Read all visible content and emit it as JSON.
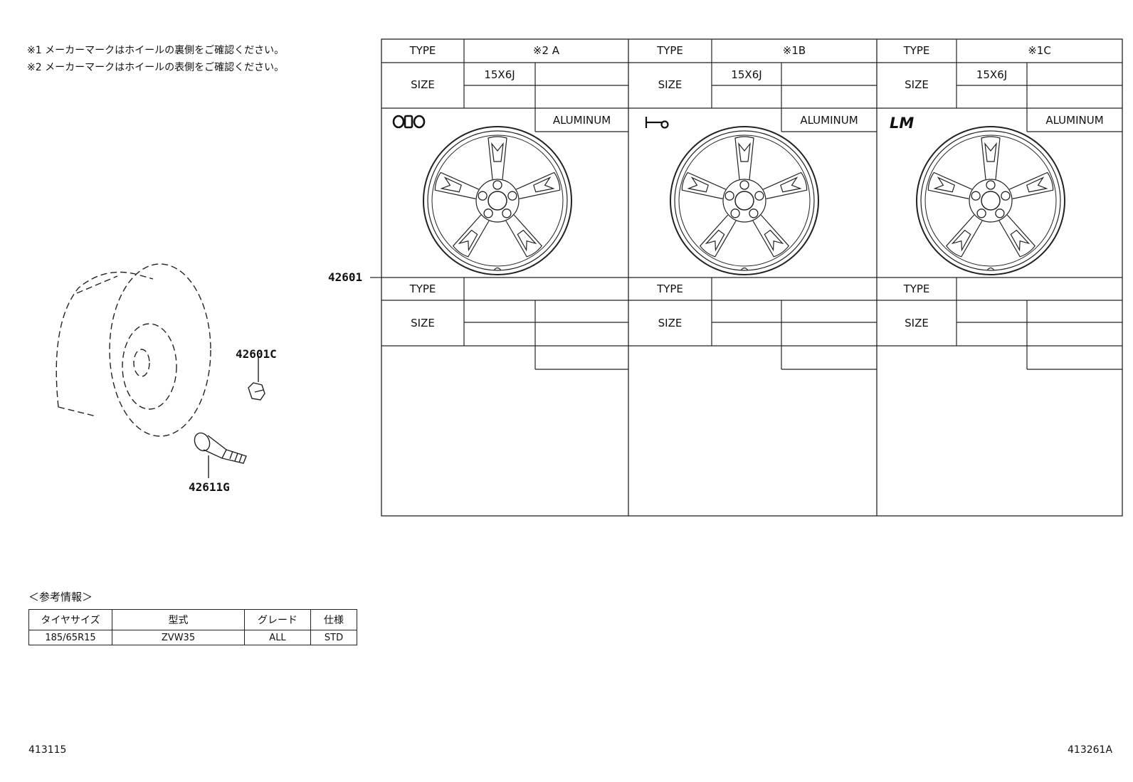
{
  "notes": [
    "※1 メーカーマークはホイールの裏側をご確認ください。",
    "※2 メーカーマークはホイールの表側をご確認ください。"
  ],
  "parts": {
    "wheel": "42601",
    "nut": "42601C",
    "valve": "42611G"
  },
  "panels": [
    {
      "type_label": "TYPE",
      "type_value": "※2 A",
      "size_label": "SIZE",
      "size_value": "15X6J",
      "material": "ALUMINUM",
      "maker_logo": "OBO-logo",
      "lower_type_label": "TYPE",
      "lower_size_label": "SIZE"
    },
    {
      "type_label": "TYPE",
      "type_value": "※1B",
      "size_label": "SIZE",
      "size_value": "15X6J",
      "material": "ALUMINUM",
      "maker_logo": "key-logo",
      "lower_type_label": "TYPE",
      "lower_size_label": "SIZE"
    },
    {
      "type_label": "TYPE",
      "type_value": "※1C",
      "size_label": "SIZE",
      "size_value": "15X6J",
      "material": "ALUMINUM",
      "maker_logo": "LM-logo",
      "lower_type_label": "TYPE",
      "lower_size_label": "SIZE"
    }
  ],
  "logo_text": {
    "c": "LM"
  },
  "reference": {
    "title": "＜参考情報＞",
    "headers": [
      "タイヤサイズ",
      "型式",
      "グレード",
      "仕様"
    ],
    "values": [
      "185/65R15",
      "ZVW35",
      "ALL",
      "STD"
    ]
  },
  "codes": {
    "left": "413115",
    "right": "413261A"
  }
}
